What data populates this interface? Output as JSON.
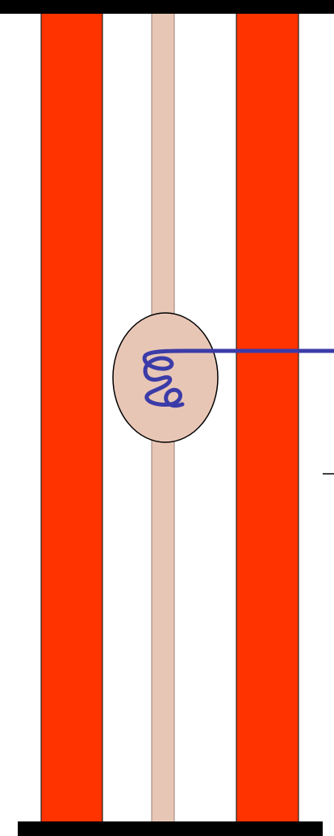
{
  "diagram": {
    "colors": {
      "background": "#ffffff",
      "plate": "#000000",
      "outer_band": "#ff3300",
      "band_outline": "#222222",
      "central_strip": "#e8c6b6",
      "central_strip_outline": "#9a7f74",
      "nucleus_fill": "#e8c6b6",
      "nucleus_outline": "#000000",
      "probe_wire": "#3b3ba8",
      "tick": "#000000"
    },
    "elements": [
      {
        "id": "top-plate",
        "kind": "plate"
      },
      {
        "id": "bottom-plate",
        "kind": "plate"
      },
      {
        "id": "left-band",
        "kind": "band"
      },
      {
        "id": "right-band",
        "kind": "band"
      },
      {
        "id": "central-strip",
        "kind": "strip"
      },
      {
        "id": "nucleus",
        "kind": "cell"
      },
      {
        "id": "probe-wire",
        "kind": "probe"
      },
      {
        "id": "tick-mark",
        "kind": "marker"
      }
    ],
    "labels": []
  }
}
